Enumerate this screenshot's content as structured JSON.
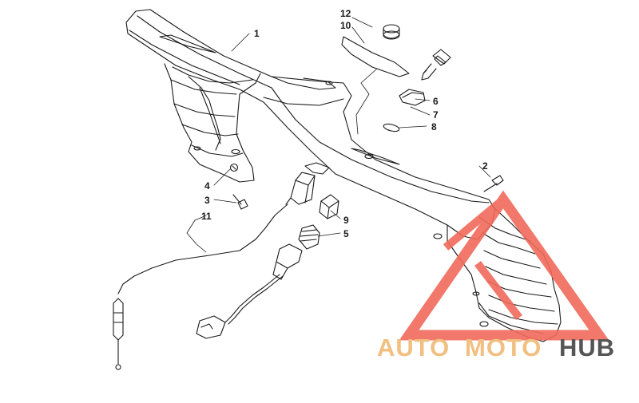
{
  "diagram": {
    "callouts": [
      {
        "id": "label-1",
        "text": "1"
      },
      {
        "id": "label-12",
        "text": "12"
      },
      {
        "id": "label-10",
        "text": "10"
      },
      {
        "id": "label-6",
        "text": "6"
      },
      {
        "id": "label-7",
        "text": "7"
      },
      {
        "id": "label-8",
        "text": "8"
      },
      {
        "id": "label-2",
        "text": "2"
      },
      {
        "id": "label-4",
        "text": "4"
      },
      {
        "id": "label-3",
        "text": "3"
      },
      {
        "id": "label-11",
        "text": "11"
      },
      {
        "id": "label-9",
        "text": "9"
      },
      {
        "id": "label-5",
        "text": "5"
      }
    ]
  },
  "watermark": {
    "part1": "AUTO",
    "part2": "MOTO",
    "part3": "HUB",
    "colors": {
      "auto": "#f2bf80",
      "moto": "#f2bf80",
      "hub": "#555555",
      "triangle": "#f06a5a"
    }
  }
}
